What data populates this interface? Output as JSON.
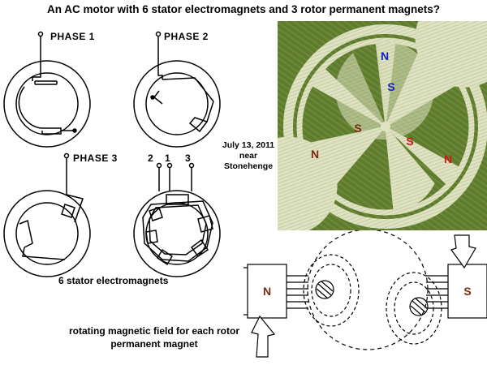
{
  "title": "An AC motor with 6 stator electromagnets and 3 rotor permanent magnets?",
  "phases": {
    "p1": "PHASE 1",
    "p2": "PHASE 2",
    "p3": "PHASE 3",
    "combined_labels": [
      "2",
      "1",
      "3"
    ]
  },
  "date_note": "July 13, 2011 near Stonehenge",
  "stator_caption": "6 stator electromagnets",
  "rotor_caption": "rotating magnetic field for each rotor permanent magnet",
  "crop_circle_labels": {
    "top_outer": "N",
    "top_inner": "S",
    "left_inner": "S",
    "left_outer": "N",
    "right_inner": "S",
    "right_outer": "N"
  },
  "field_diagram": {
    "left_magnet": "N",
    "right_magnet": "S"
  },
  "colors": {
    "blue_label": "#1020c0",
    "red_label": "#d01818",
    "brown_label": "#7a2a10",
    "field_bg": "#5e7a2e"
  }
}
